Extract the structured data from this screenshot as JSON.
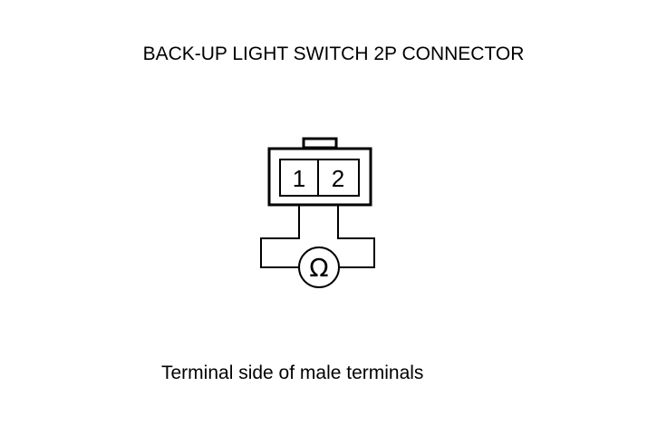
{
  "title": "BACK-UP LIGHT SWITCH 2P CONNECTOR",
  "connector": {
    "pins": [
      {
        "label": "1"
      },
      {
        "label": "2"
      }
    ]
  },
  "meter": {
    "symbol": "Ω"
  },
  "caption": "Terminal side of male terminals"
}
